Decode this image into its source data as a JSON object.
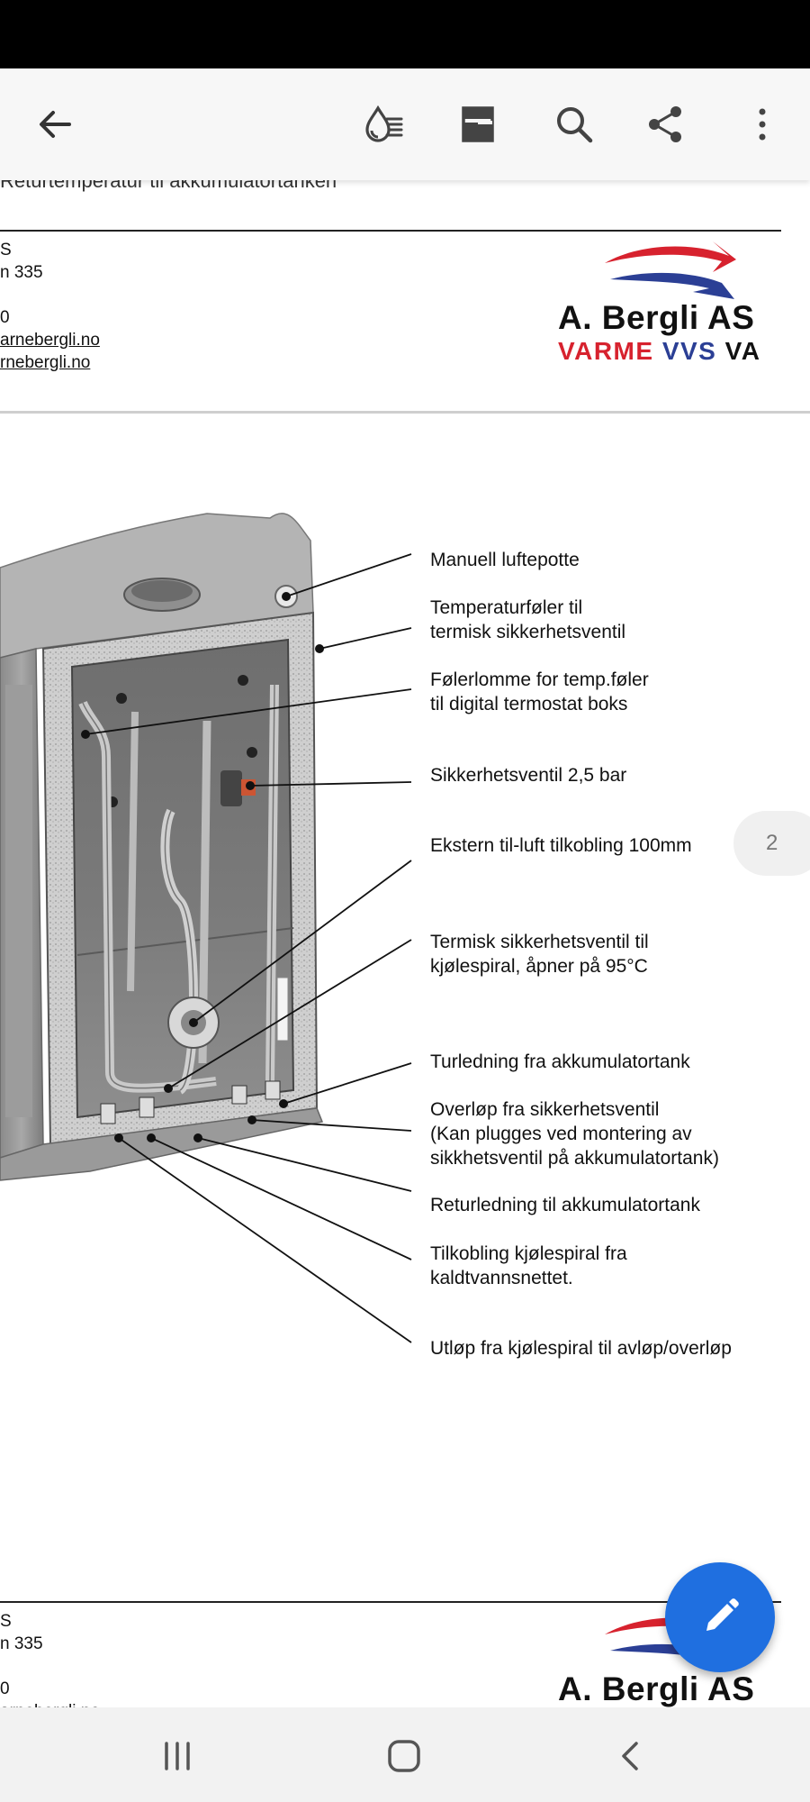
{
  "toolbar": {
    "back_icon": "arrow-back-icon",
    "reading_mode_icon": "reading-mode-icon",
    "page_layout_icon": "page-layout-icon",
    "search_icon": "search-icon",
    "share_icon": "share-icon",
    "more_icon": "more-vert-icon"
  },
  "document": {
    "cut_off_line": "Returtemperatur til akkumulatortanken",
    "header_top": {
      "company_lines": [
        "S",
        "n 335",
        "",
        "0",
        "arnebergli.no",
        "rnebergli.no"
      ]
    },
    "logo": {
      "name": "A. Bergli AS",
      "sub_varme": "VARME",
      "sub_vvs": "VVS",
      "sub_va": "VA",
      "colors": {
        "red": "#d7222e",
        "blue": "#2b3f95"
      }
    },
    "callouts": [
      {
        "lines": [
          "Manuell luftepotte"
        ]
      },
      {
        "lines": [
          "Temperaturføler til",
          "termisk sikkerhetsventil"
        ]
      },
      {
        "lines": [
          "Følerlomme for temp.føler",
          "til digital termostat boks"
        ]
      },
      {
        "lines": [
          "Sikkerhetsventil 2,5 bar"
        ]
      },
      {
        "lines": [
          "Ekstern til-luft tilkobling 100mm"
        ]
      },
      {
        "lines": [
          "Termisk sikkerhetsventil til",
          "kjølespiral, åpner på 95°C"
        ]
      },
      {
        "lines": [
          "Turledning fra akkumulatortank"
        ]
      },
      {
        "lines": [
          "Overløp fra sikkerhetsventil",
          "(Kan plugges ved montering av",
          "sikkhetsventil på akkumulatortank)"
        ]
      },
      {
        "lines": [
          "Returledning til akkumulatortank"
        ]
      },
      {
        "lines": [
          "Tilkobling kjølespiral fra",
          "kaldtvannsnettet."
        ]
      },
      {
        "lines": [
          "Utløp fra kjølespiral til avløp/overløp"
        ]
      }
    ],
    "header_bottom": {
      "company_lines": [
        "S",
        "n 335",
        "",
        "0",
        "arnebergli.no"
      ],
      "logo_name": "A. Bergli AS"
    }
  },
  "page_indicator": "2",
  "fab": {
    "icon": "edit-pencil-icon",
    "color": "#1f6fe0"
  },
  "nav_bar": {
    "recents_icon": "recent-apps-icon",
    "home_icon": "home-icon",
    "back_icon": "nav-back-icon"
  }
}
